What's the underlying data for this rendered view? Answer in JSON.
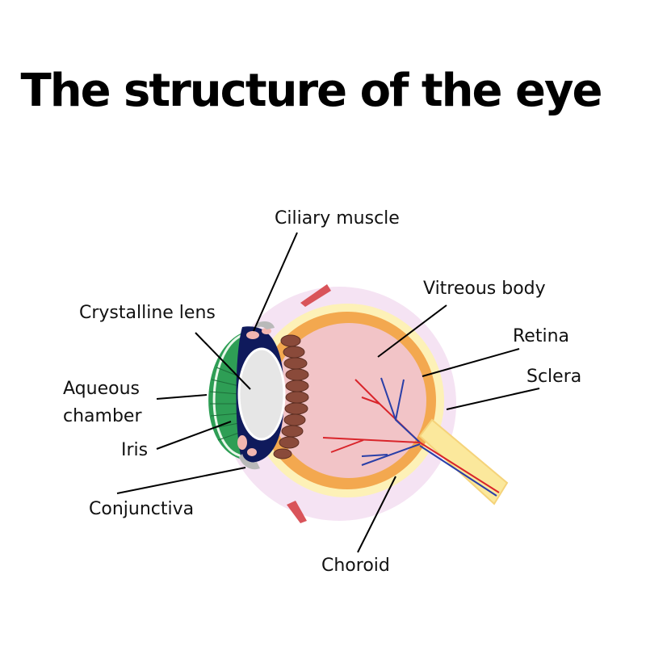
{
  "title": "The structure of the eye",
  "labels": {
    "ciliary_muscle": "Ciliary muscle",
    "crystalline_lens": "Crystalline lens",
    "aqueous_line1": "Aqueous",
    "aqueous_line2": "chamber",
    "iris": "Iris",
    "conjunctiva": "Conjunctiva",
    "vitreous_body": "Vitreous body",
    "retina": "Retina",
    "sclera": "Sclera",
    "choroid": "Choroid"
  },
  "colors": {
    "outer_halo": "#f5e3f3",
    "sclera": "#fdf1b7",
    "choroid": "#f3a84f",
    "vitreous": "#f2c4c7",
    "cornea_green": "#2e9e55",
    "ciliary_body": "#0f1a5c",
    "lens": "#e6e6e6",
    "iris_brown": "#8a4a3a",
    "blood_red": "#d9252b",
    "vein_blue": "#2a3fa8",
    "optic_nerve": "#fbe89c"
  }
}
